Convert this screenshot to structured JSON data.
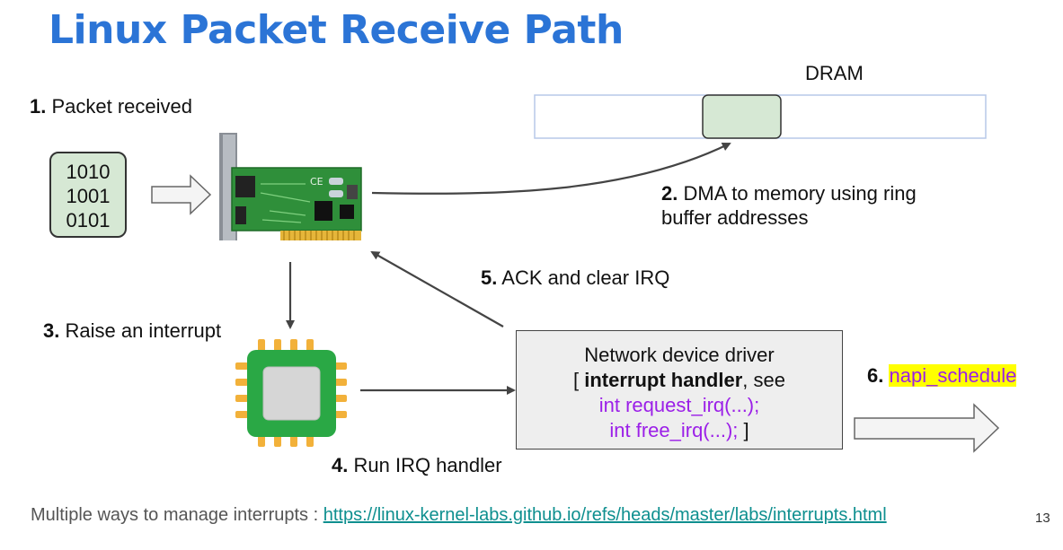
{
  "title": "Linux Packet Receive Path",
  "dram_label": "DRAM",
  "steps": {
    "s1": {
      "num": "1.",
      "text": "Packet received"
    },
    "s2": {
      "num": "2.",
      "text_line1": "DMA to memory using ring",
      "text_line2": "buffer addresses"
    },
    "s3": {
      "num": "3.",
      "text": "Raise an interrupt"
    },
    "s4": {
      "num": "4.",
      "text": "Run IRQ handler"
    },
    "s5": {
      "num": "5.",
      "text": "ACK and clear IRQ"
    },
    "s6": {
      "num": "6.",
      "text": "napi_schedule"
    }
  },
  "packet_bits": [
    "1010",
    "1001",
    "0101"
  ],
  "driver": {
    "line1": "Network device driver",
    "line2_prefix": "[ ",
    "line2_bold": "interrupt handler",
    "line2_suffix": ", see",
    "line3": "int request_irq(...);",
    "line4_code": "int free_irq(...);",
    "line4_suffix": " ]"
  },
  "footer": {
    "text": "Multiple ways to manage interrupts : ",
    "link": "https://linux-kernel-labs.github.io/refs/heads/master/labs/interrupts.html"
  },
  "page_number": "13",
  "colors": {
    "title": "#2b74d6",
    "code": "#9b1fe8",
    "highlight": "#ffff00",
    "nic_board": "#2f8f3a",
    "cpu_board": "#2aa845",
    "cpu_pins": "#f2b13a",
    "dram_slot": "#d6e8d4",
    "link": "#0e8f8f"
  }
}
